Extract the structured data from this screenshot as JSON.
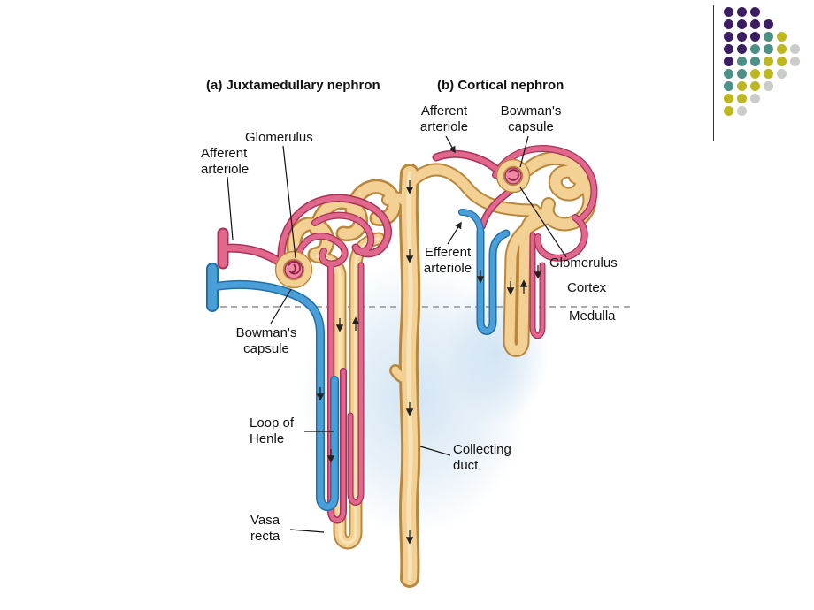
{
  "diagram": {
    "heading_a": "(a) Juxtamedullary nephron",
    "heading_b": "(b) Cortical nephron",
    "labels": {
      "afferent_arteriole_b": "Afferent\narteriole",
      "bowmans_capsule_b": "Bowman's\ncapsule",
      "glomerulus_a": "Glomerulus",
      "afferent_arteriole_a": "Afferent\narteriole",
      "efferent_arteriole": "Efferent\narteriole",
      "glomerulus_b": "Glomerulus",
      "cortex": "Cortex",
      "medulla": "Medulla",
      "bowmans_capsule_a": "Bowman's\ncapsule",
      "loop_of_henle": "Loop of\nHenle",
      "collecting_duct": "Collecting\nduct",
      "vasa_recta": "Vasa\nrecta"
    },
    "colors": {
      "tubule": "#f3d094",
      "tubule_outline": "#b9873c",
      "artery": "#e0688c",
      "artery_outline": "#a93058",
      "vein": "#4b9fd8",
      "vein_outline": "#1f6fa8",
      "glomerulus": "#ee8aa4",
      "glow": "#cfe2f2",
      "ink": "#111111",
      "dash": "#909090"
    }
  },
  "decor": {
    "palette": {
      "p": "#3b1e62",
      "t": "#4e8f86",
      "y": "#bdb822",
      "g": "#c9ccc8"
    },
    "dot_rows": [
      "ppp",
      "pppp",
      "pppty",
      "ppttyg",
      "pttyyg",
      "ttyyg",
      "tyyg",
      "yyg",
      "yg"
    ]
  }
}
